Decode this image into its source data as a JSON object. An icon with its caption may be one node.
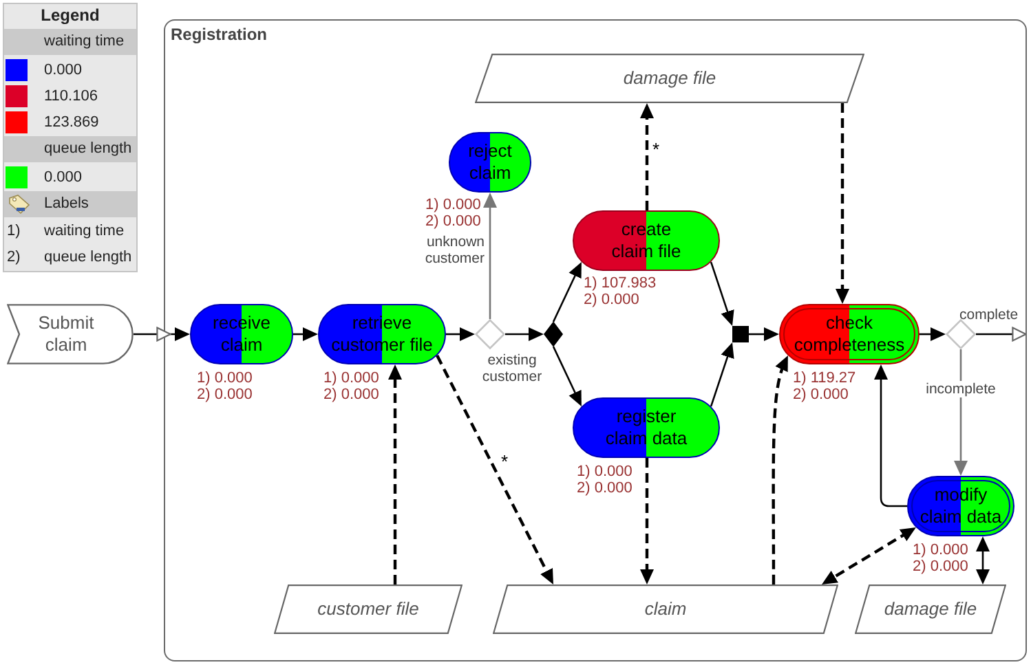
{
  "diagram": {
    "nodes": [
      {
        "text": [
          "Registration"
        ]
      },
      {
        "text": [
          "Submit claim"
        ]
      },
      {
        "text": [
          "receive claim"
        ],
        "in": 0,
        "beside": [
          "1) 0.000",
          "2) 0.000"
        ]
      },
      {
        "text": [
          "retrieve customer file"
        ],
        "in": 0,
        "beside": [
          "1) 0.000",
          "2) 0.000"
        ]
      },
      {
        "text": [],
        "shape": "diamond",
        "in": 0
      },
      {
        "text": [
          "reject claim"
        ],
        "in": 0,
        "beside": [
          "1) 0.000",
          "2) 0.000"
        ]
      },
      {
        "text": [],
        "shape": "diamond",
        "in": 0
      },
      {
        "text": [
          "create claim file"
        ],
        "in": 0,
        "beside": [
          "1) 107.983",
          "2) 0.000"
        ]
      },
      {
        "text": [
          "register claim data"
        ],
        "in": 0,
        "beside": [
          "1) 0.000",
          "2) 0.000"
        ]
      },
      {
        "text": [],
        "shape": "box",
        "in": 0
      },
      {
        "text": [
          "check completeness"
        ],
        "in": 0,
        "beside": [
          "1) 119.27",
          "2) 0.000"
        ]
      },
      {
        "text": [],
        "shape": "diamond",
        "in": 0
      },
      {
        "text": [
          "modify claim data"
        ],
        "in": 0,
        "beside": [
          "1) 0.000",
          "2) 0.000"
        ]
      },
      {
        "text": [
          "damage file"
        ],
        "in": 0
      },
      {
        "text": [
          "customer file"
        ],
        "in": 0
      },
      {
        "text": [
          "claim"
        ],
        "in": 0
      },
      {
        "text": [
          "damage file"
        ],
        "in": 0
      }
    ],
    "edges": [
      {
        "from": 1,
        "to": 2,
        "arrow": "to"
      },
      {
        "from": 2,
        "to": 3,
        "arrow": "to"
      },
      {
        "from": 3,
        "to": 4,
        "arrow": "to"
      },
      {
        "from": 4,
        "to": 5,
        "arrow": "to",
        "label": "unknown customer",
        "color": "#777777"
      },
      {
        "from": 4,
        "to": 6,
        "arrow": "to",
        "label": "existing customer"
      },
      {
        "from": 6,
        "to": 7,
        "arrow": "to"
      },
      {
        "from": 6,
        "to": 8,
        "arrow": "to"
      },
      {
        "from": 7,
        "to": 9,
        "arrow": "to"
      },
      {
        "from": 8,
        "to": 9,
        "arrow": "to"
      },
      {
        "from": 9,
        "to": 10,
        "arrow": "to"
      },
      {
        "from": 10,
        "to": 11,
        "arrow": "to"
      },
      {
        "from": 11,
        "to": null,
        "arrow": "to",
        "label": "complete"
      },
      {
        "from": 11,
        "to": 12,
        "arrow": "to",
        "label": "incomplete",
        "color": "#777777"
      },
      {
        "from": 12,
        "to": 10,
        "arrow": "to"
      },
      {
        "from": 7,
        "to": 13,
        "arrow": "to",
        "label": "*",
        "style": "dashed"
      },
      {
        "from": 13,
        "to": 10,
        "arrow": "to",
        "style": "dashed"
      },
      {
        "from": 14,
        "to": 3,
        "arrow": "to",
        "style": "dashed"
      },
      {
        "from": 3,
        "to": 15,
        "arrow": "to",
        "label": "*",
        "style": "dashed"
      },
      {
        "from": 8,
        "to": 15,
        "arrow": "to",
        "style": "dashed"
      },
      {
        "from": 15,
        "to": 10,
        "arrow": "to",
        "style": "dashed"
      },
      {
        "from": 12,
        "to": 15,
        "arrow": "both",
        "style": "dashed"
      },
      {
        "from": 12,
        "to": 16,
        "arrow": "both"
      }
    ],
    "labels": [
      "Legend",
      "waiting time",
      "queue length",
      "1)",
      "waiting time",
      "2)",
      "queue length"
    ],
    "legend": [
      {
        "text": "0.000",
        "color": "#0000ff"
      },
      {
        "text": "110.106",
        "color": "#dc0028"
      },
      {
        "text": "123.869",
        "color": "#ff0000"
      },
      {
        "text": "0.000",
        "color": "#00ff00"
      },
      {
        "text": "Labels"
      }
    ]
  }
}
